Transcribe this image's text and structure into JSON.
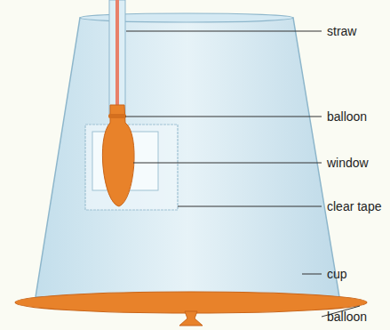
{
  "diagram": {
    "labels": [
      "straw",
      "balloon",
      "window",
      "clear tape",
      "cup",
      "balloon"
    ]
  }
}
